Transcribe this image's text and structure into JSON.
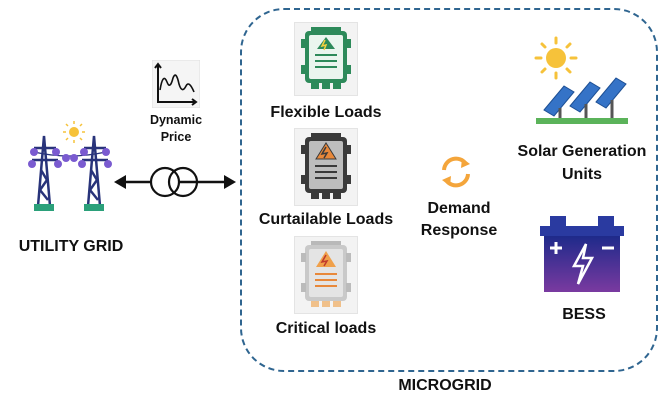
{
  "utility_grid": {
    "label": "UTILITY GRID"
  },
  "price": {
    "line1": "Dynamic",
    "line2": "Price"
  },
  "microgrid": {
    "label": "MICROGRID"
  },
  "loads": {
    "flexible": "Flexible Loads",
    "curtailable": "Curtailable Loads",
    "critical": "Critical loads"
  },
  "demand_response": {
    "line1": "Demand",
    "line2": "Response"
  },
  "solar": {
    "line1": "Solar Generation",
    "line2": "Units"
  },
  "bess": {
    "label": "BESS"
  },
  "colors": {
    "grid_tower": "#28337a",
    "grid_insulator": "#7a5bd0",
    "grid_base": "#2ba07a",
    "microgrid_border": "#2f6590",
    "panel_green": "#2d8a5a",
    "panel_dark": "#3a3a3a",
    "panel_orange": "#e8883a",
    "solar_panel": "#3573c7",
    "sun": "#f6c23a",
    "battery": "#2a3aa0",
    "refresh": "#f4a53b"
  }
}
